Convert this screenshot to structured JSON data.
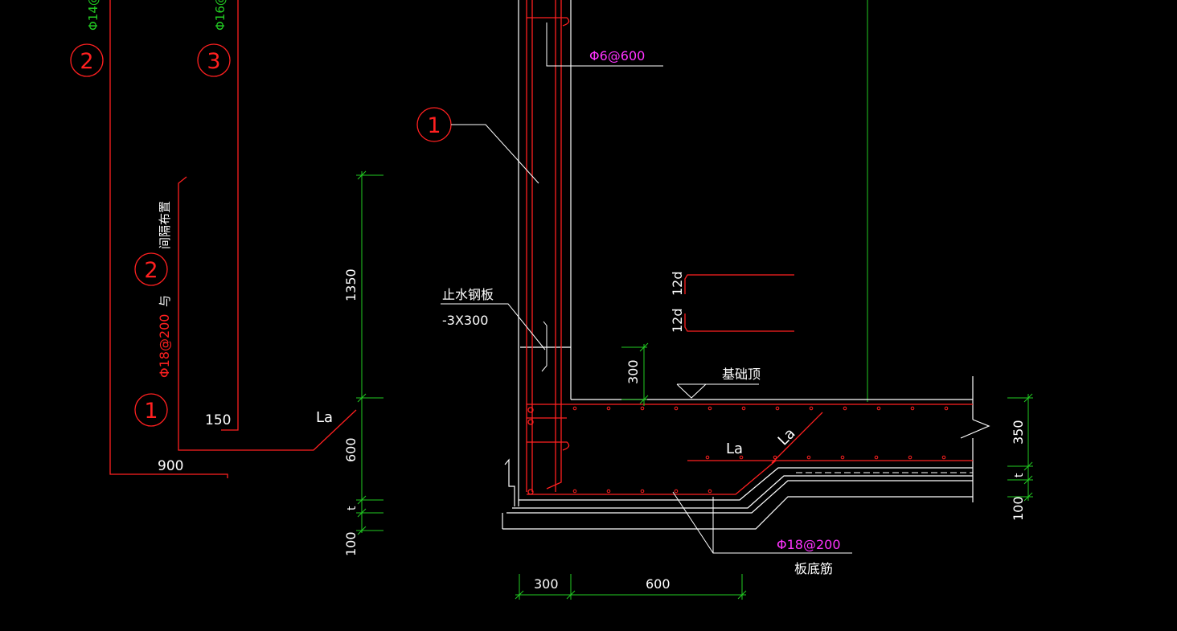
{
  "colors": {
    "background": "#000000",
    "rebar": "#ff2020",
    "outline": "#ffffff",
    "dimension": "#22cc22",
    "annotation_magenta": "#ff33ff"
  },
  "callouts": {
    "left_top_2_text": "Φ14@",
    "left_top_2_num": "2",
    "left_top_3_text": "Φ16@",
    "left_top_3_num": "3",
    "left_mid_2_num": "2",
    "left_mid_1_num": "1",
    "left_mid_note_spacing": "间隔布置",
    "left_mid_note_and": "与",
    "left_mid_bar": "Φ18@200",
    "main_1_num": "1"
  },
  "labels": {
    "stirrup": "Φ6@600",
    "waterstop_title": "止水钢板",
    "waterstop_size": "-3X300",
    "foundation_top": "基础顶",
    "hook_12d_top": "12d",
    "hook_12d_bottom": "12d",
    "la_left": "La",
    "la_main": "La",
    "la_diag": "La",
    "bottom_bar": "Φ18@200",
    "bottom_bar_name": "板底筋",
    "len_150": "150",
    "len_900": "900"
  },
  "dimensions": {
    "left_1350": "1350",
    "left_600": "600",
    "left_t": "t",
    "left_100": "100",
    "wall_300": "300",
    "right_350": "350",
    "right_t": "t",
    "right_100": "100",
    "bottom_300": "300",
    "bottom_600": "600"
  }
}
